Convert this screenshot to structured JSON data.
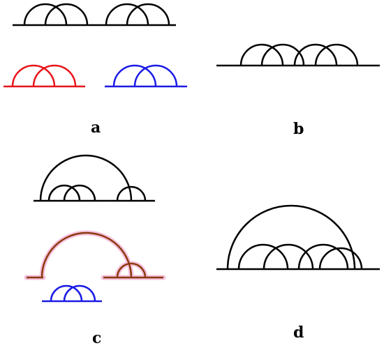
{
  "panels": [
    {
      "id": "a",
      "label": "a"
    },
    {
      "id": "b",
      "label": "b"
    },
    {
      "id": "c",
      "label": "c"
    },
    {
      "id": "d",
      "label": "d"
    }
  ],
  "colors": {
    "black": "#000000",
    "red": "#e8141a",
    "blue": "#1a1ae6",
    "brown": "#8b3a0f",
    "highlight": "#f4b6d6"
  }
}
